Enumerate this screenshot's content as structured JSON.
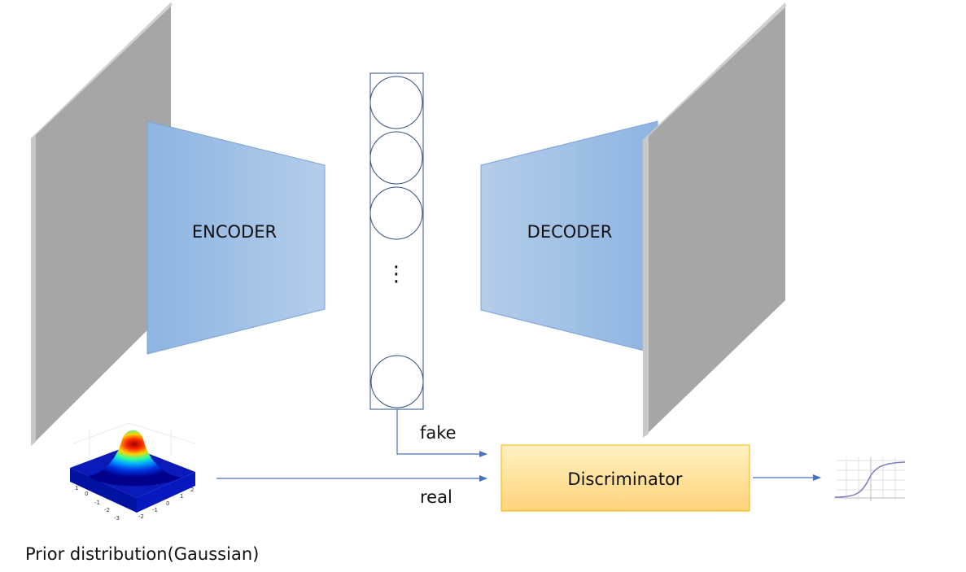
{
  "encoder": {
    "label": "ENCODER"
  },
  "decoder": {
    "label": "DECODER"
  },
  "latent": {
    "ellipsis": "⋮"
  },
  "discriminator": {
    "label": "Discriminator"
  },
  "edges": {
    "fake_label": "fake",
    "real_label": "real"
  },
  "prior": {
    "caption": "Prior distribution(Gaussian)",
    "axis_ticks_left": [
      "1",
      "0",
      "-1",
      "-2",
      "-3"
    ],
    "axis_ticks_right": [
      "-2",
      "-1",
      "0",
      "1",
      "2"
    ]
  },
  "colors": {
    "plane_gray": "#a6a6a6",
    "blue_trapezoid_dark": "#8db4e2",
    "blue_trapezoid_light": "#b4cde9",
    "latent_stroke": "#2f4f7f",
    "discriminator_fill_top": "#fff1c2",
    "discriminator_fill_bottom": "#ffd37a",
    "discriminator_border": "#f0b400",
    "arrow": "#4472c4",
    "sigmoid": "#7b7bc0"
  },
  "icons": {
    "gaussian_plot": "3d-gaussian-surface-icon",
    "sigmoid_plot": "sigmoid-curve-icon"
  }
}
